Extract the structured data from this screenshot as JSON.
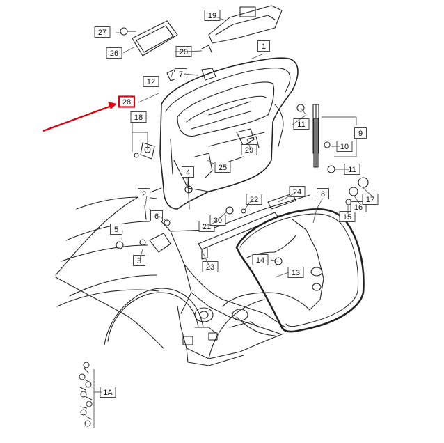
{
  "diagram": {
    "callouts": [
      {
        "id": "1",
        "label": "1"
      },
      {
        "id": "2",
        "label": "2"
      },
      {
        "id": "3",
        "label": "3"
      },
      {
        "id": "4",
        "label": "4"
      },
      {
        "id": "5",
        "label": "5"
      },
      {
        "id": "6",
        "label": "6"
      },
      {
        "id": "7",
        "label": "7"
      },
      {
        "id": "8",
        "label": "8"
      },
      {
        "id": "9",
        "label": "9"
      },
      {
        "id": "10",
        "label": "10"
      },
      {
        "id": "11a",
        "label": "11"
      },
      {
        "id": "11b",
        "label": "11"
      },
      {
        "id": "12",
        "label": "12"
      },
      {
        "id": "13",
        "label": "13"
      },
      {
        "id": "14",
        "label": "14"
      },
      {
        "id": "15",
        "label": "15"
      },
      {
        "id": "16",
        "label": "16"
      },
      {
        "id": "17",
        "label": "17"
      },
      {
        "id": "18",
        "label": "18"
      },
      {
        "id": "19",
        "label": "19"
      },
      {
        "id": "20",
        "label": "20"
      },
      {
        "id": "21",
        "label": "21"
      },
      {
        "id": "22",
        "label": "22"
      },
      {
        "id": "23",
        "label": "23"
      },
      {
        "id": "24",
        "label": "24"
      },
      {
        "id": "25",
        "label": "25"
      },
      {
        "id": "26",
        "label": "26"
      },
      {
        "id": "27",
        "label": "27"
      },
      {
        "id": "28",
        "label": "28"
      },
      {
        "id": "29",
        "label": "29"
      },
      {
        "id": "30",
        "label": "30"
      },
      {
        "id": "1A",
        "label": "1A"
      }
    ],
    "highlight": {
      "target": "28",
      "color": "#e0000f"
    }
  }
}
